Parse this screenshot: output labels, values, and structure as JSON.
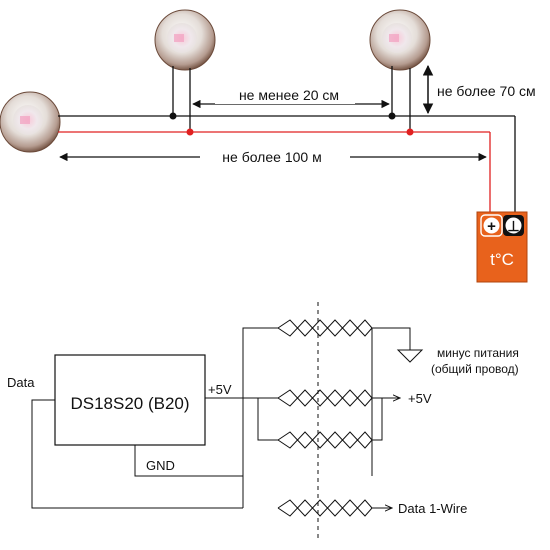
{
  "top_diagram": {
    "labels": {
      "min_spacing": "не менее 20 см",
      "max_stub": "не более 70 см",
      "max_length": "не более 100 м"
    },
    "terminals": {
      "plus_symbol": "+",
      "ground_symbol": "⊥"
    },
    "device": {
      "label": "t°C",
      "color": "#e8621c"
    },
    "sensors": [
      {
        "name": "sensor-left"
      },
      {
        "name": "sensor-middle"
      },
      {
        "name": "sensor-right"
      }
    ],
    "colors": {
      "power_line": "#e02020",
      "signal_line": "#111111",
      "junction_dot_red": "#e02020",
      "junction_dot_black": "#111111"
    }
  },
  "bottom_diagram": {
    "chip_label": "DS18S20 (B20)",
    "pin_plus5v": "+5V",
    "pin_gnd": "GND",
    "pin_data": "Data",
    "rail_plus5v": "+5V",
    "ground_label_line1": "минус питания",
    "ground_label_line2": "(общий провод)",
    "data_out_label": "Data 1-Wire"
  }
}
